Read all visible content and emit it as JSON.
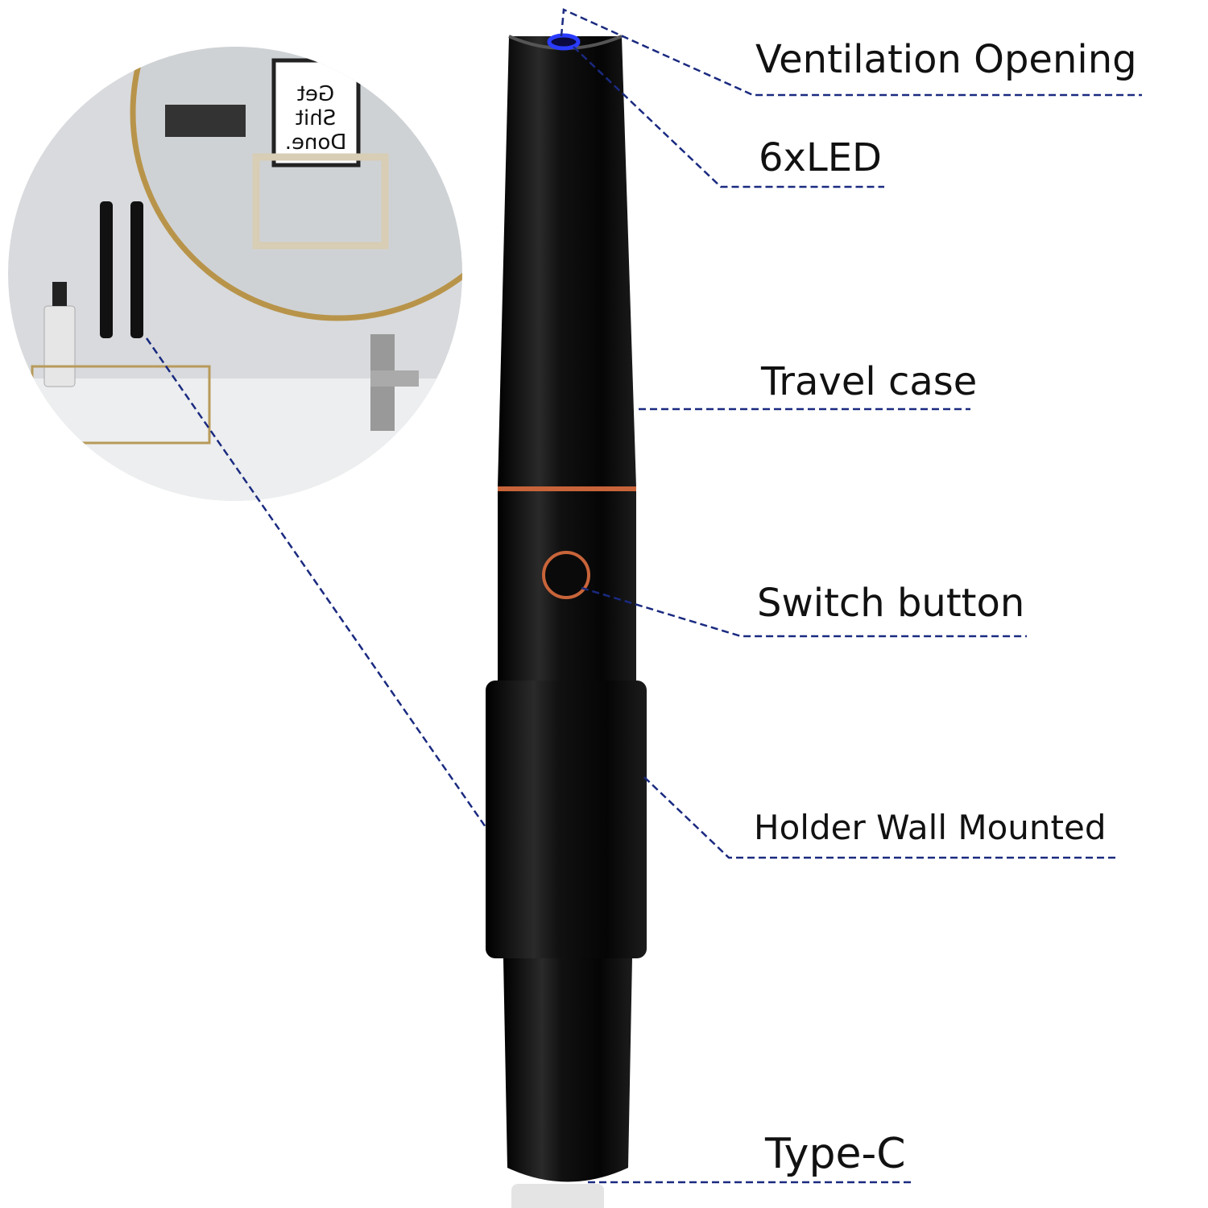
{
  "labels": {
    "ventilation": "Ventilation Opening",
    "led": "6xLED",
    "travel_case": "Travel case",
    "switch": "Switch button",
    "holder": "Holder Wall Mounted",
    "type_c": "Type-C"
  },
  "inset": {
    "poster_text": [
      "Get",
      "Shit",
      "Done."
    ]
  },
  "colors": {
    "leader": "#1a2a80",
    "led": "#2a3cff",
    "copper": "#c8643a",
    "body": "#0a0a0a"
  }
}
